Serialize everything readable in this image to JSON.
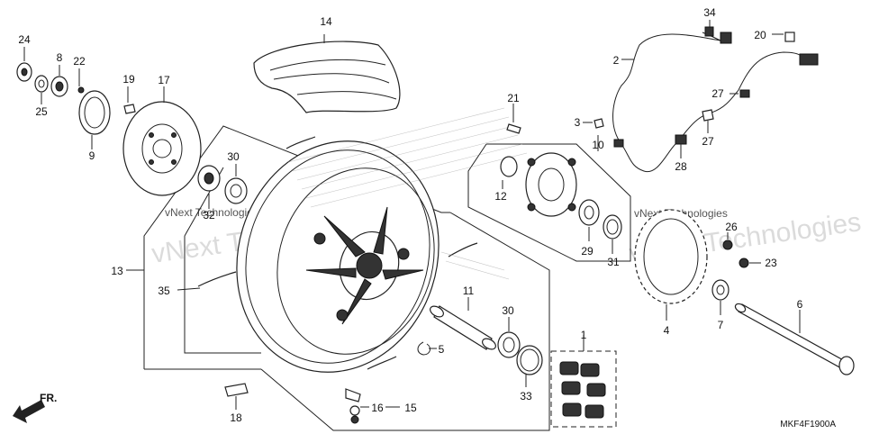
{
  "parts": {
    "p1": "1",
    "p2": "2",
    "p3": "3",
    "p4": "4",
    "p5": "5",
    "p6": "6",
    "p7": "7",
    "p8": "8",
    "p9": "9",
    "p10": "10",
    "p11": "11",
    "p12": "12",
    "p13": "13",
    "p14": "14",
    "p15": "15",
    "p16": "16",
    "p17": "17",
    "p18": "18",
    "p19": "19",
    "p20": "20",
    "p21": "21",
    "p22": "22",
    "p23": "23",
    "p24": "24",
    "p25": "25",
    "p26": "26",
    "p27a": "27",
    "p27b": "27",
    "p28": "28",
    "p29": "29",
    "p30a": "30",
    "p30b": "30",
    "p31": "31",
    "p32": "32",
    "p33": "33",
    "p34": "34",
    "p35": "35"
  },
  "watermark": {
    "left_small": "vNext Technologies",
    "left_big": "vNext Technologies",
    "right_small": "vNext Technologies",
    "right_big": "vNext Technologies"
  },
  "front_arrow": "FR.",
  "diagram_ref": "MKF4F1900A"
}
